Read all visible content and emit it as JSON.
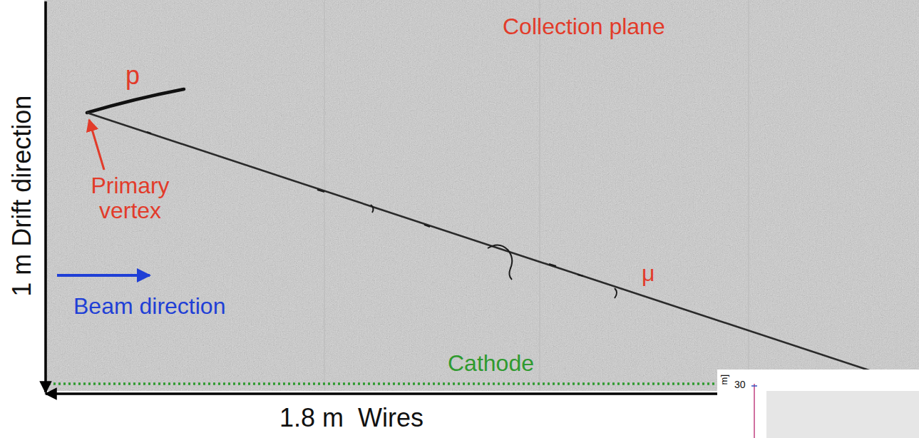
{
  "diagram": {
    "labels": [
      "Collection plane",
      "p",
      "Primary vertex",
      "Beam direction",
      "μ",
      "Cathode",
      "1 m Drift direction",
      "1.8 m  Wires",
      "30",
      "m]"
    ]
  }
}
